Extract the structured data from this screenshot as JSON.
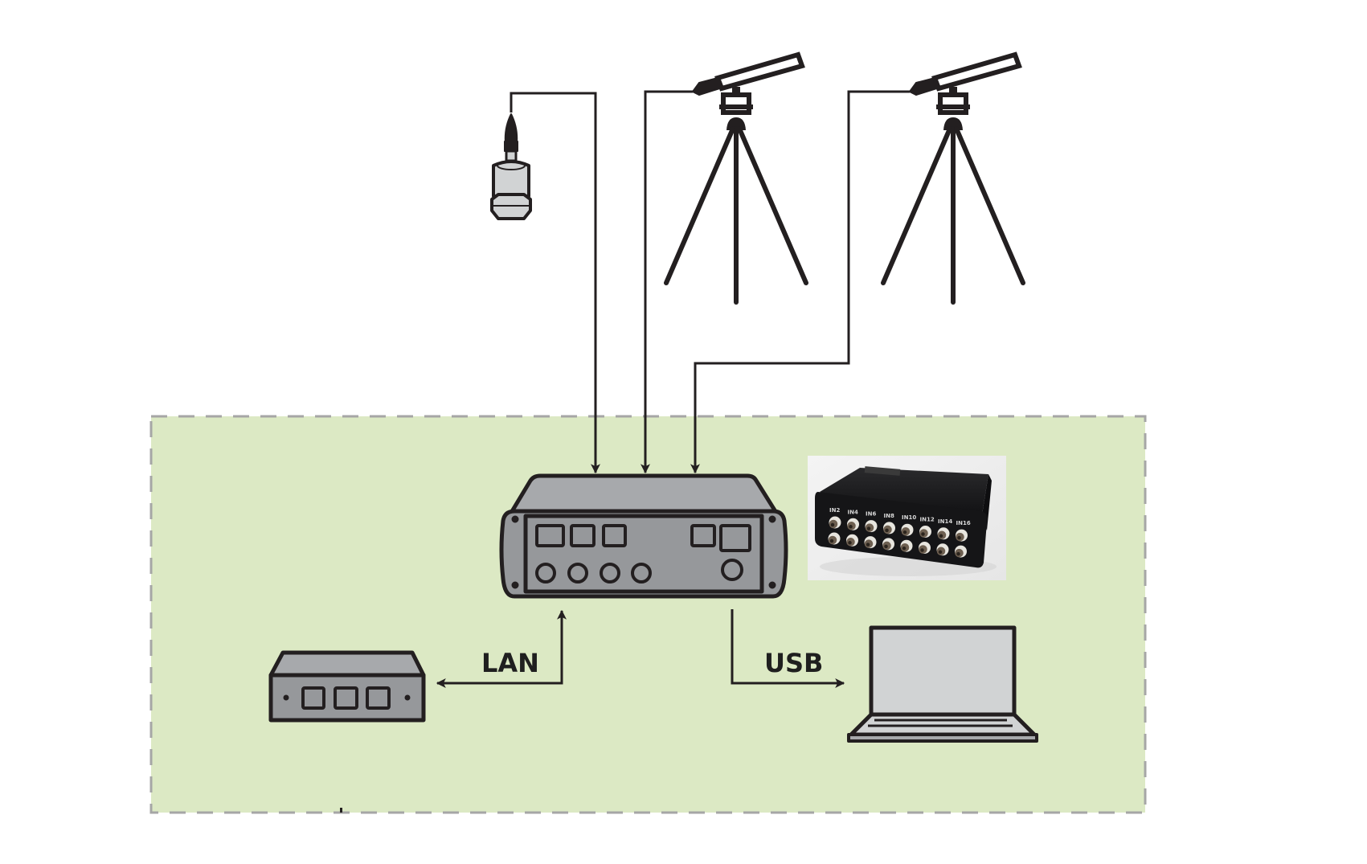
{
  "diagram": {
    "title": "Measurement system connection diagram",
    "colors": {
      "system_area_fill": "#dce9c4",
      "system_area_border": "#a6a6a6",
      "device_fill": "#96989b",
      "device_top_fill": "#a7a9ac",
      "device_stroke": "#231f20",
      "screen_fill": "#d1d3d4",
      "line": "#231f20"
    },
    "nodes": [
      {
        "id": "accelerometer",
        "label": "Accelerometer",
        "icon": "accelerometer-icon"
      },
      {
        "id": "microphone-1",
        "label": "Microphone on tripod 1",
        "icon": "microphone-tripod-icon"
      },
      {
        "id": "microphone-2",
        "label": "Microphone on tripod 2",
        "icon": "microphone-tripod-icon"
      },
      {
        "id": "daq",
        "label": "Data acquisition unit",
        "icon": "daq-device-icon"
      },
      {
        "id": "daq-photo",
        "label": "Data acquisition unit photo",
        "icon": "daq-photo"
      },
      {
        "id": "network-switch",
        "label": "Network device",
        "icon": "router-icon"
      },
      {
        "id": "laptop",
        "label": "Laptop",
        "icon": "laptop-icon"
      }
    ],
    "connections": [
      {
        "from": "accelerometer",
        "to": "daq",
        "label": ""
      },
      {
        "from": "microphone-1",
        "to": "daq",
        "label": ""
      },
      {
        "from": "microphone-2",
        "to": "daq",
        "label": ""
      },
      {
        "from": "daq",
        "to": "network-switch",
        "label": "LAN",
        "bidirectional": true
      },
      {
        "from": "daq",
        "to": "laptop",
        "label": "USB"
      }
    ],
    "photo_channel_labels": [
      "IN2",
      "IN4",
      "IN6",
      "IN8",
      "IN10",
      "IN12",
      "IN14",
      "IN16"
    ],
    "labels": {
      "lan": "LAN",
      "usb": "USB"
    }
  }
}
